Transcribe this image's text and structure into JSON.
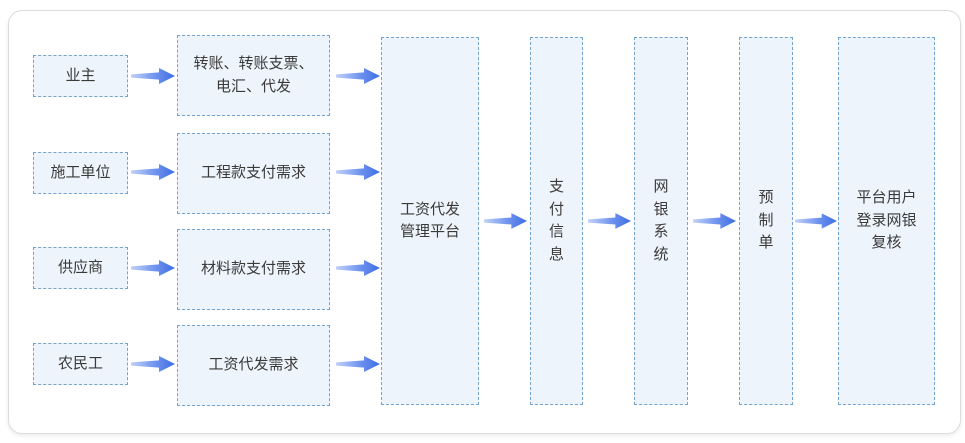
{
  "flow": {
    "actors": [
      {
        "id": "owner",
        "label": "业主"
      },
      {
        "id": "contractor",
        "label": "施工单位"
      },
      {
        "id": "supplier",
        "label": "供应商"
      },
      {
        "id": "migrant-worker",
        "label": "农民工"
      }
    ],
    "requests": [
      {
        "id": "payment-methods",
        "label": "转账、转账支票、\n电汇、代发"
      },
      {
        "id": "project-payment",
        "label": "工程款支付需求"
      },
      {
        "id": "material-payment",
        "label": "材料款支付需求"
      },
      {
        "id": "salary-agency",
        "label": "工资代发需求"
      }
    ],
    "platform": {
      "id": "salary-platform",
      "label": "工资代发\n管理平台"
    },
    "pipeline": [
      {
        "id": "payment-info",
        "label": "支\n付\n信\n息"
      },
      {
        "id": "ebank-system",
        "label": "网\n银\n系\n统"
      },
      {
        "id": "prepared-order",
        "label": "预\n制\n单"
      },
      {
        "id": "ebank-review",
        "label": "平台用户\n登录网银\n复核"
      }
    ]
  },
  "colors": {
    "box_fill": "#EEF4FB",
    "box_border": "#74A3CC",
    "text": "#3A3A3A",
    "arrow_gradient_start": "#C2D3F8",
    "arrow_gradient_end": "#3E6DE4",
    "panel_border": "#DCDCDC",
    "background": "#FFFFFF"
  }
}
